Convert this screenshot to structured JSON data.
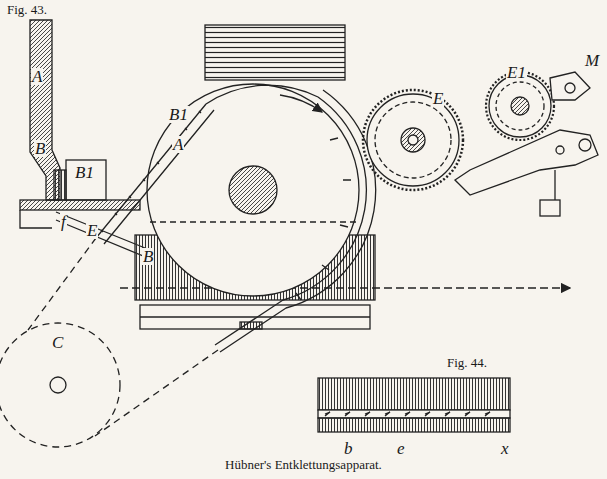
{
  "diagram": {
    "caption": "Hübner's Entklettungsapparat.",
    "labels": [
      "Fig. 43.",
      "A",
      "B",
      "B1",
      "f",
      "E",
      "B1",
      "A",
      "B",
      "C",
      "E",
      "E1",
      "M",
      "Fig. 44.",
      "b",
      "e",
      "x"
    ]
  }
}
